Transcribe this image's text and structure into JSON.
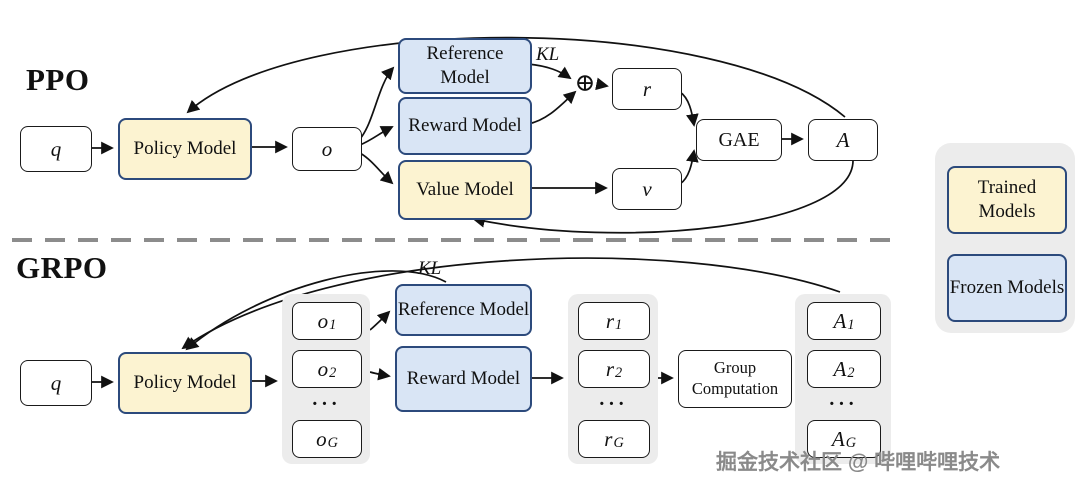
{
  "ppo": {
    "title": "PPO",
    "q": "q",
    "policy": "Policy Model",
    "o": "o",
    "reference": "Reference Model",
    "reward": "Reward Model",
    "value": "Value Model",
    "kl": "KL",
    "oplus": "⊕",
    "r": "r",
    "v": "v",
    "gae": "GAE",
    "a": "A"
  },
  "grpo": {
    "title": "GRPO",
    "q": "q",
    "policy": "Policy Model",
    "reference": "Reference Model",
    "reward": "Reward Model",
    "kl": "KL",
    "group_computation": "Group Computation",
    "dots": "···",
    "outputs": [
      {
        "base": "o",
        "sub": "1"
      },
      {
        "base": "o",
        "sub": "2"
      },
      {
        "base": "o",
        "sub": "G"
      }
    ],
    "rewards": [
      {
        "base": "r",
        "sub": "1"
      },
      {
        "base": "r",
        "sub": "2"
      },
      {
        "base": "r",
        "sub": "G"
      }
    ],
    "advantages": [
      {
        "base": "A",
        "sub": "1"
      },
      {
        "base": "A",
        "sub": "2"
      },
      {
        "base": "A",
        "sub": "G"
      }
    ]
  },
  "legend": {
    "trained": "Trained Models",
    "frozen": "Frozen Models"
  },
  "watermark": "掘金技术社区 @ 哔哩哔哩技术",
  "colors": {
    "trained_fill": "#fcf3d1",
    "frozen_fill": "#d9e5f5",
    "model_border": "#2c4a7c",
    "group_fill": "#ececec"
  }
}
